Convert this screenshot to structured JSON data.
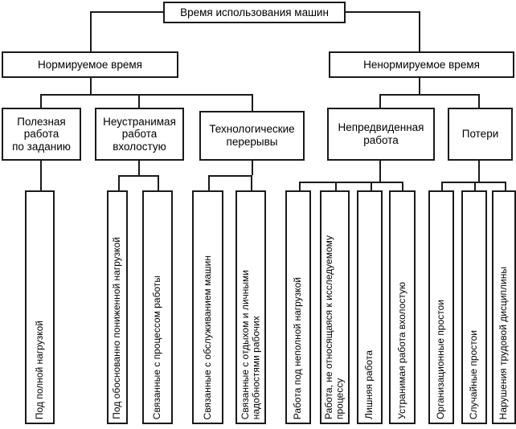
{
  "diagram": {
    "title": "Время использования машин",
    "type": "hierarchy-tree",
    "orientation": "top-down",
    "levels": 4,
    "colors": {
      "line": "#1a1a1a",
      "box_fill": "#ffffff",
      "text": "#000000"
    },
    "root": {
      "label": "Время использования машин"
    },
    "level2": [
      {
        "label": "Нормируемое время"
      },
      {
        "label": "Ненормируемое время"
      }
    ],
    "level3": [
      {
        "label": "Полезная\nработа\nпо заданию"
      },
      {
        "label": "Неустранимая\nработа\nвхолостую"
      },
      {
        "label": "Технологические\nперерывы"
      },
      {
        "label": "Непредвиденная\nработа"
      },
      {
        "label": "Потери"
      }
    ],
    "leaves": [
      {
        "label": "Под полной нагрузкой"
      },
      {
        "label": "Под обоснованно пониженной нагрузкой"
      },
      {
        "label": "Связанные с процессом работы"
      },
      {
        "label": "Связанные с обслуживанием машин"
      },
      {
        "label": "Связанные с отдыхом и личными\nнадобностями рабочих"
      },
      {
        "label": "Работа под неполной нагрузкой"
      },
      {
        "label": "Работа, не относящаяся к исследуемому\nпроцессу"
      },
      {
        "label": "Лишняя работа"
      },
      {
        "label": "Устранимая работа вхолостую"
      },
      {
        "label": "Организационные простои"
      },
      {
        "label": "Случайные простои"
      },
      {
        "label": "Нарушения трудовой дисциплины"
      }
    ]
  }
}
